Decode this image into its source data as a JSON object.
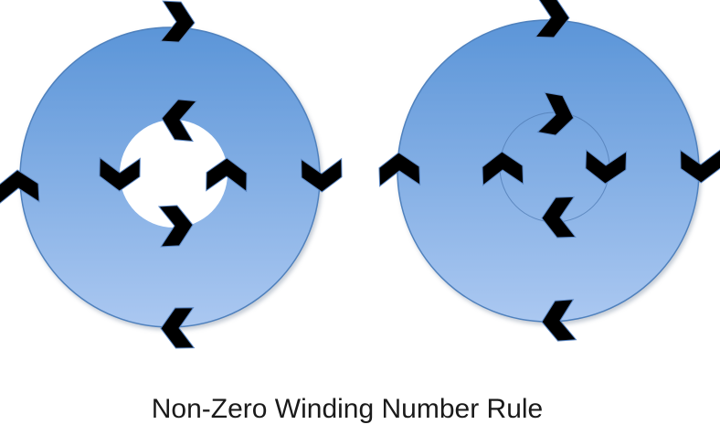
{
  "caption": "Non-Zero Winding Number Rule",
  "colors": {
    "gradient_top": "#5b95d8",
    "gradient_bottom": "#abc8f1",
    "circle_outline": "#4f81bd",
    "inner_circle_outline": "#5580b8",
    "arrow_fill": "#000000",
    "arrow_outline": "#5a87c5",
    "hole_fill": "#ffffff"
  },
  "figures": {
    "left": {
      "outer_arrows_direction": "clockwise",
      "inner_arrows_direction": "counterclockwise",
      "inner_region": "white-hole"
    },
    "right": {
      "outer_arrows_direction": "clockwise",
      "inner_arrows_direction": "clockwise",
      "inner_region": "filled"
    }
  }
}
